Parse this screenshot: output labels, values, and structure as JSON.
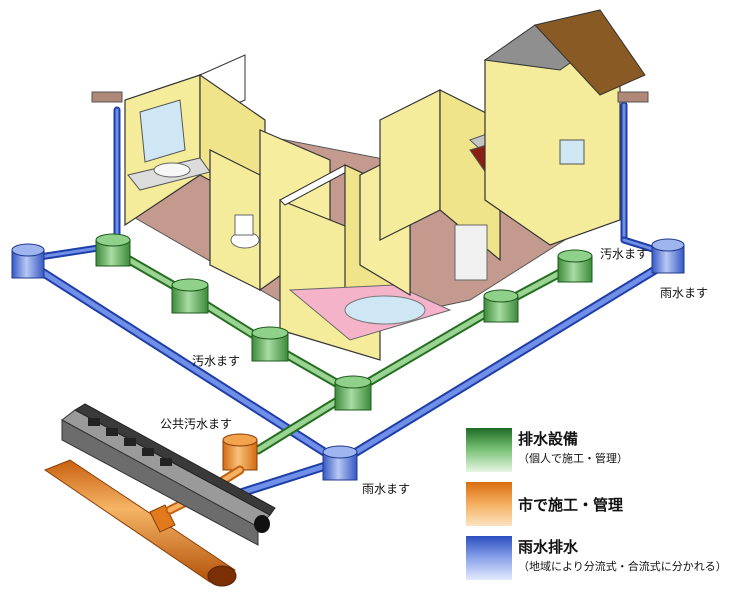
{
  "labels": {
    "sewage_basin_right": "汚水ます",
    "rain_basin_right": "雨水ます",
    "sewage_basin_center": "汚水ます",
    "public_sewage_basin": "公共汚水ます",
    "rain_basin_bottom": "雨水ます"
  },
  "legend": [
    {
      "title": "排水設備",
      "sub": "（個人で施工・管理）",
      "color": "#2e7d32"
    },
    {
      "title": "市で施工・管理",
      "sub": "",
      "color": "#e08a2a"
    },
    {
      "title": "雨水排水",
      "sub": "（地域により分流式・合流式に分かれる）",
      "color": "#3f63c8"
    }
  ],
  "colors": {
    "sewage_pipe": "#4f9a4a",
    "rain_pipe": "#4a6cd6",
    "public_pipe": "#e07a1a",
    "wall": "#f4ec9a",
    "floor": "#c49a8e"
  }
}
